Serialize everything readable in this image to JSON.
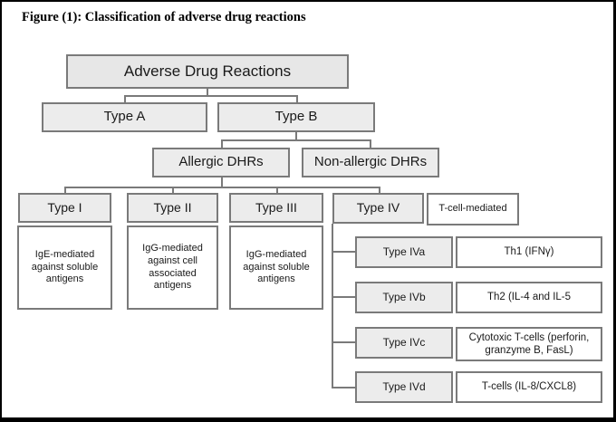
{
  "figure": {
    "title": "Figure (1): Classification of adverse drug reactions"
  },
  "colors": {
    "frame": "#000000",
    "box_border": "#7a7a7a",
    "header_fill": "#ececec",
    "root_fill": "#e7e7e7",
    "value_fill": "#ffffff",
    "connector": "#7a7a7a",
    "text": "#1a1a1a"
  },
  "diagram": {
    "root": {
      "label": "Adverse Drug Reactions"
    },
    "level1": [
      {
        "label": "Type A"
      },
      {
        "label": "Type B"
      }
    ],
    "level2": [
      {
        "label": "Allergic DHRs"
      },
      {
        "label": "Non-allergic DHRs"
      }
    ],
    "types": [
      {
        "label": "Type I",
        "description": "IgE-mediated against soluble antigens"
      },
      {
        "label": "Type II",
        "description": "IgG-mediated against cell associated antigens"
      },
      {
        "label": "Type III",
        "description": "IgG-mediated against soluble antigens"
      },
      {
        "label": "Type IV",
        "note": "T-cell-mediated"
      }
    ],
    "type_iv_subtypes": [
      {
        "label": "Type IVa",
        "mechanism": "Th1 (IFNγ)"
      },
      {
        "label": "Type IVb",
        "mechanism": "Th2 (IL-4 and IL-5"
      },
      {
        "label": "Type IVc",
        "mechanism": "Cytotoxic T-cells (perforin, granzyme B, FasL)"
      },
      {
        "label": "Type IVd",
        "mechanism": "T-cells (IL-8/CXCL8)"
      }
    ]
  }
}
